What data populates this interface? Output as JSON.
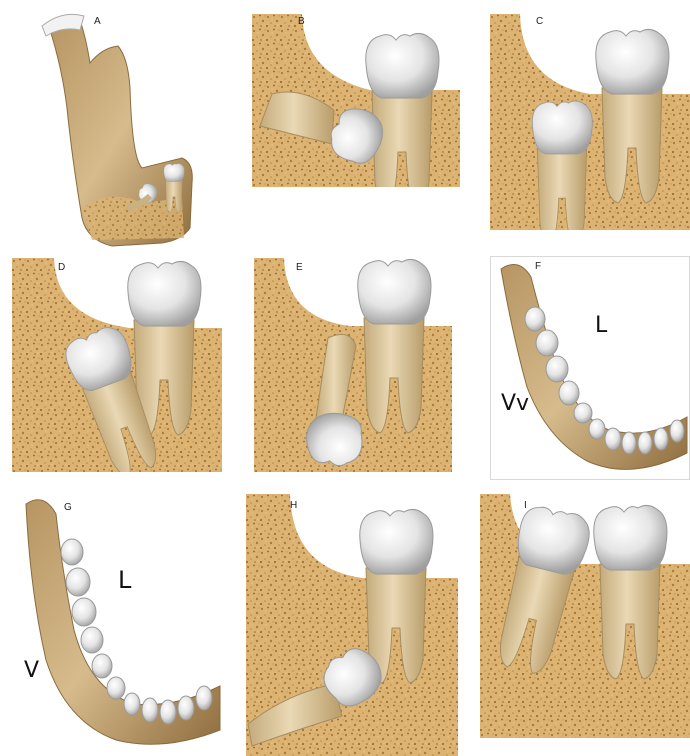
{
  "panels": [
    {
      "id": "A",
      "label": "A"
    },
    {
      "id": "B",
      "label": "B"
    },
    {
      "id": "C",
      "label": "C"
    },
    {
      "id": "D",
      "label": "D"
    },
    {
      "id": "E",
      "label": "E"
    },
    {
      "id": "F",
      "label": "F",
      "lingual": "L",
      "vestibular": "Vv"
    },
    {
      "id": "G",
      "label": "G",
      "lingual": "L",
      "vestibular": "V"
    },
    {
      "id": "H",
      "label": "H"
    },
    {
      "id": "I",
      "label": "I"
    }
  ],
  "colors": {
    "bone": "#d9b06e",
    "bone_speck": "#a87a35",
    "root": "#dcc79c",
    "root_shade": "#bfa676",
    "crown": "#eeeeee",
    "crown_shade": "#b9b9b9",
    "background": "#ffffff"
  }
}
